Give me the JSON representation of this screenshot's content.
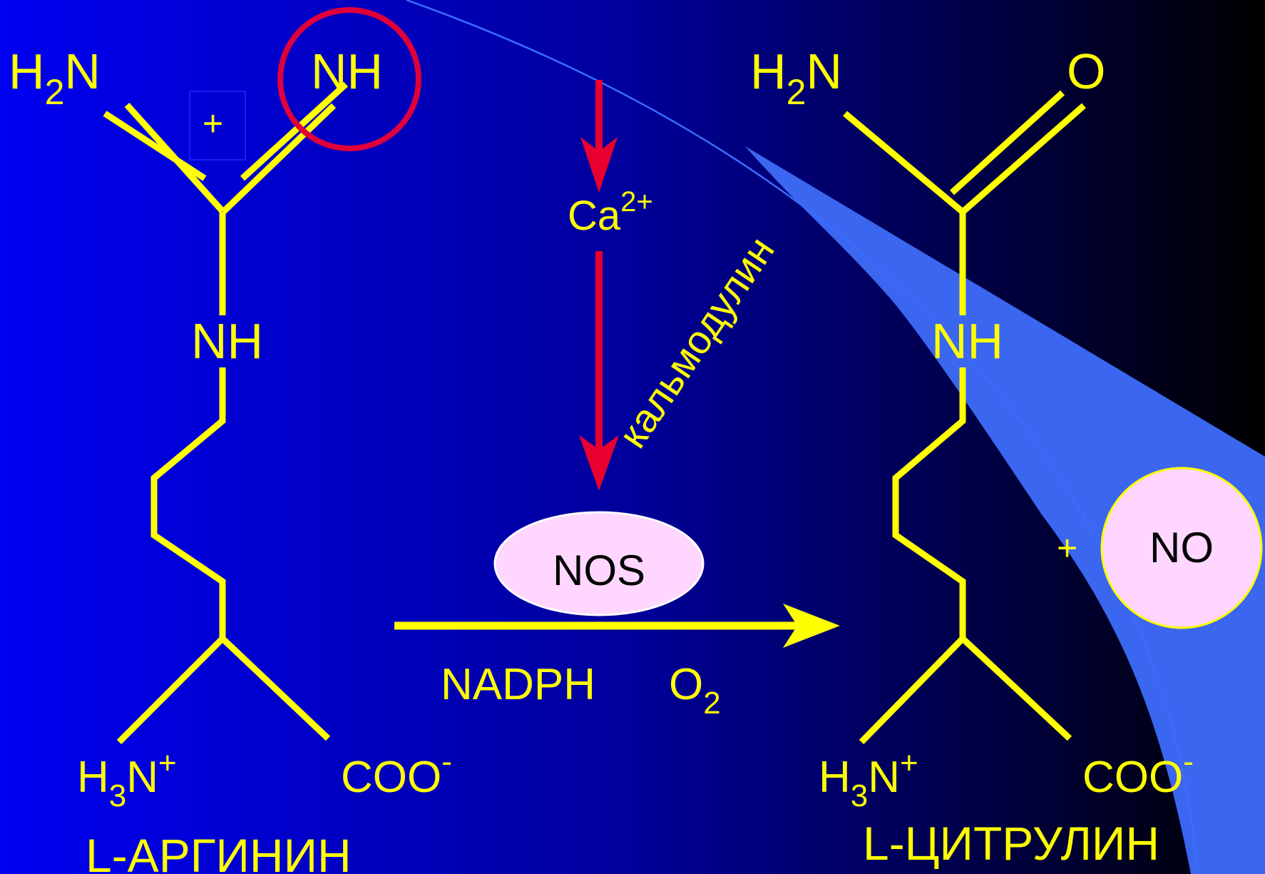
{
  "colors": {
    "background_left": "#0000f0",
    "background_right": "#000000",
    "bond": "#ffff00",
    "text": "#ffff00",
    "arrow_red": "#e8002e",
    "highlight_circle": "#e0003a",
    "ellipse_fill": "#ffd6ff",
    "light_blue_wedge": "#3a66f0"
  },
  "arginine": {
    "h2n": {
      "main": "H",
      "sub": "2",
      "tail": "N"
    },
    "nh_top": "NH",
    "charge": "+",
    "nh_mid": "NH",
    "h3n": {
      "main": "H",
      "sub": "3",
      "tail": "N",
      "sup": "+"
    },
    "coo": {
      "main": "COO",
      "sup": "-"
    },
    "name": "L-АРГИНИН"
  },
  "citrulline": {
    "h2n": {
      "main": "H",
      "sub": "2",
      "tail": "N"
    },
    "o": "O",
    "nh_mid": "NH",
    "h3n": {
      "main": "H",
      "sub": "3",
      "tail": "N",
      "sup": "+"
    },
    "coo": {
      "main": "COO",
      "sup": "-"
    },
    "name": "L-ЦИТРУЛИН"
  },
  "reaction": {
    "calcium": {
      "main": "Ca",
      "sup": "2+"
    },
    "calmodulin": "кальмодулин",
    "enzyme": "NOS",
    "nadph": "NADPH",
    "oxygen": {
      "main": "O",
      "sub": "2"
    },
    "plus": "+",
    "product": "NO"
  }
}
